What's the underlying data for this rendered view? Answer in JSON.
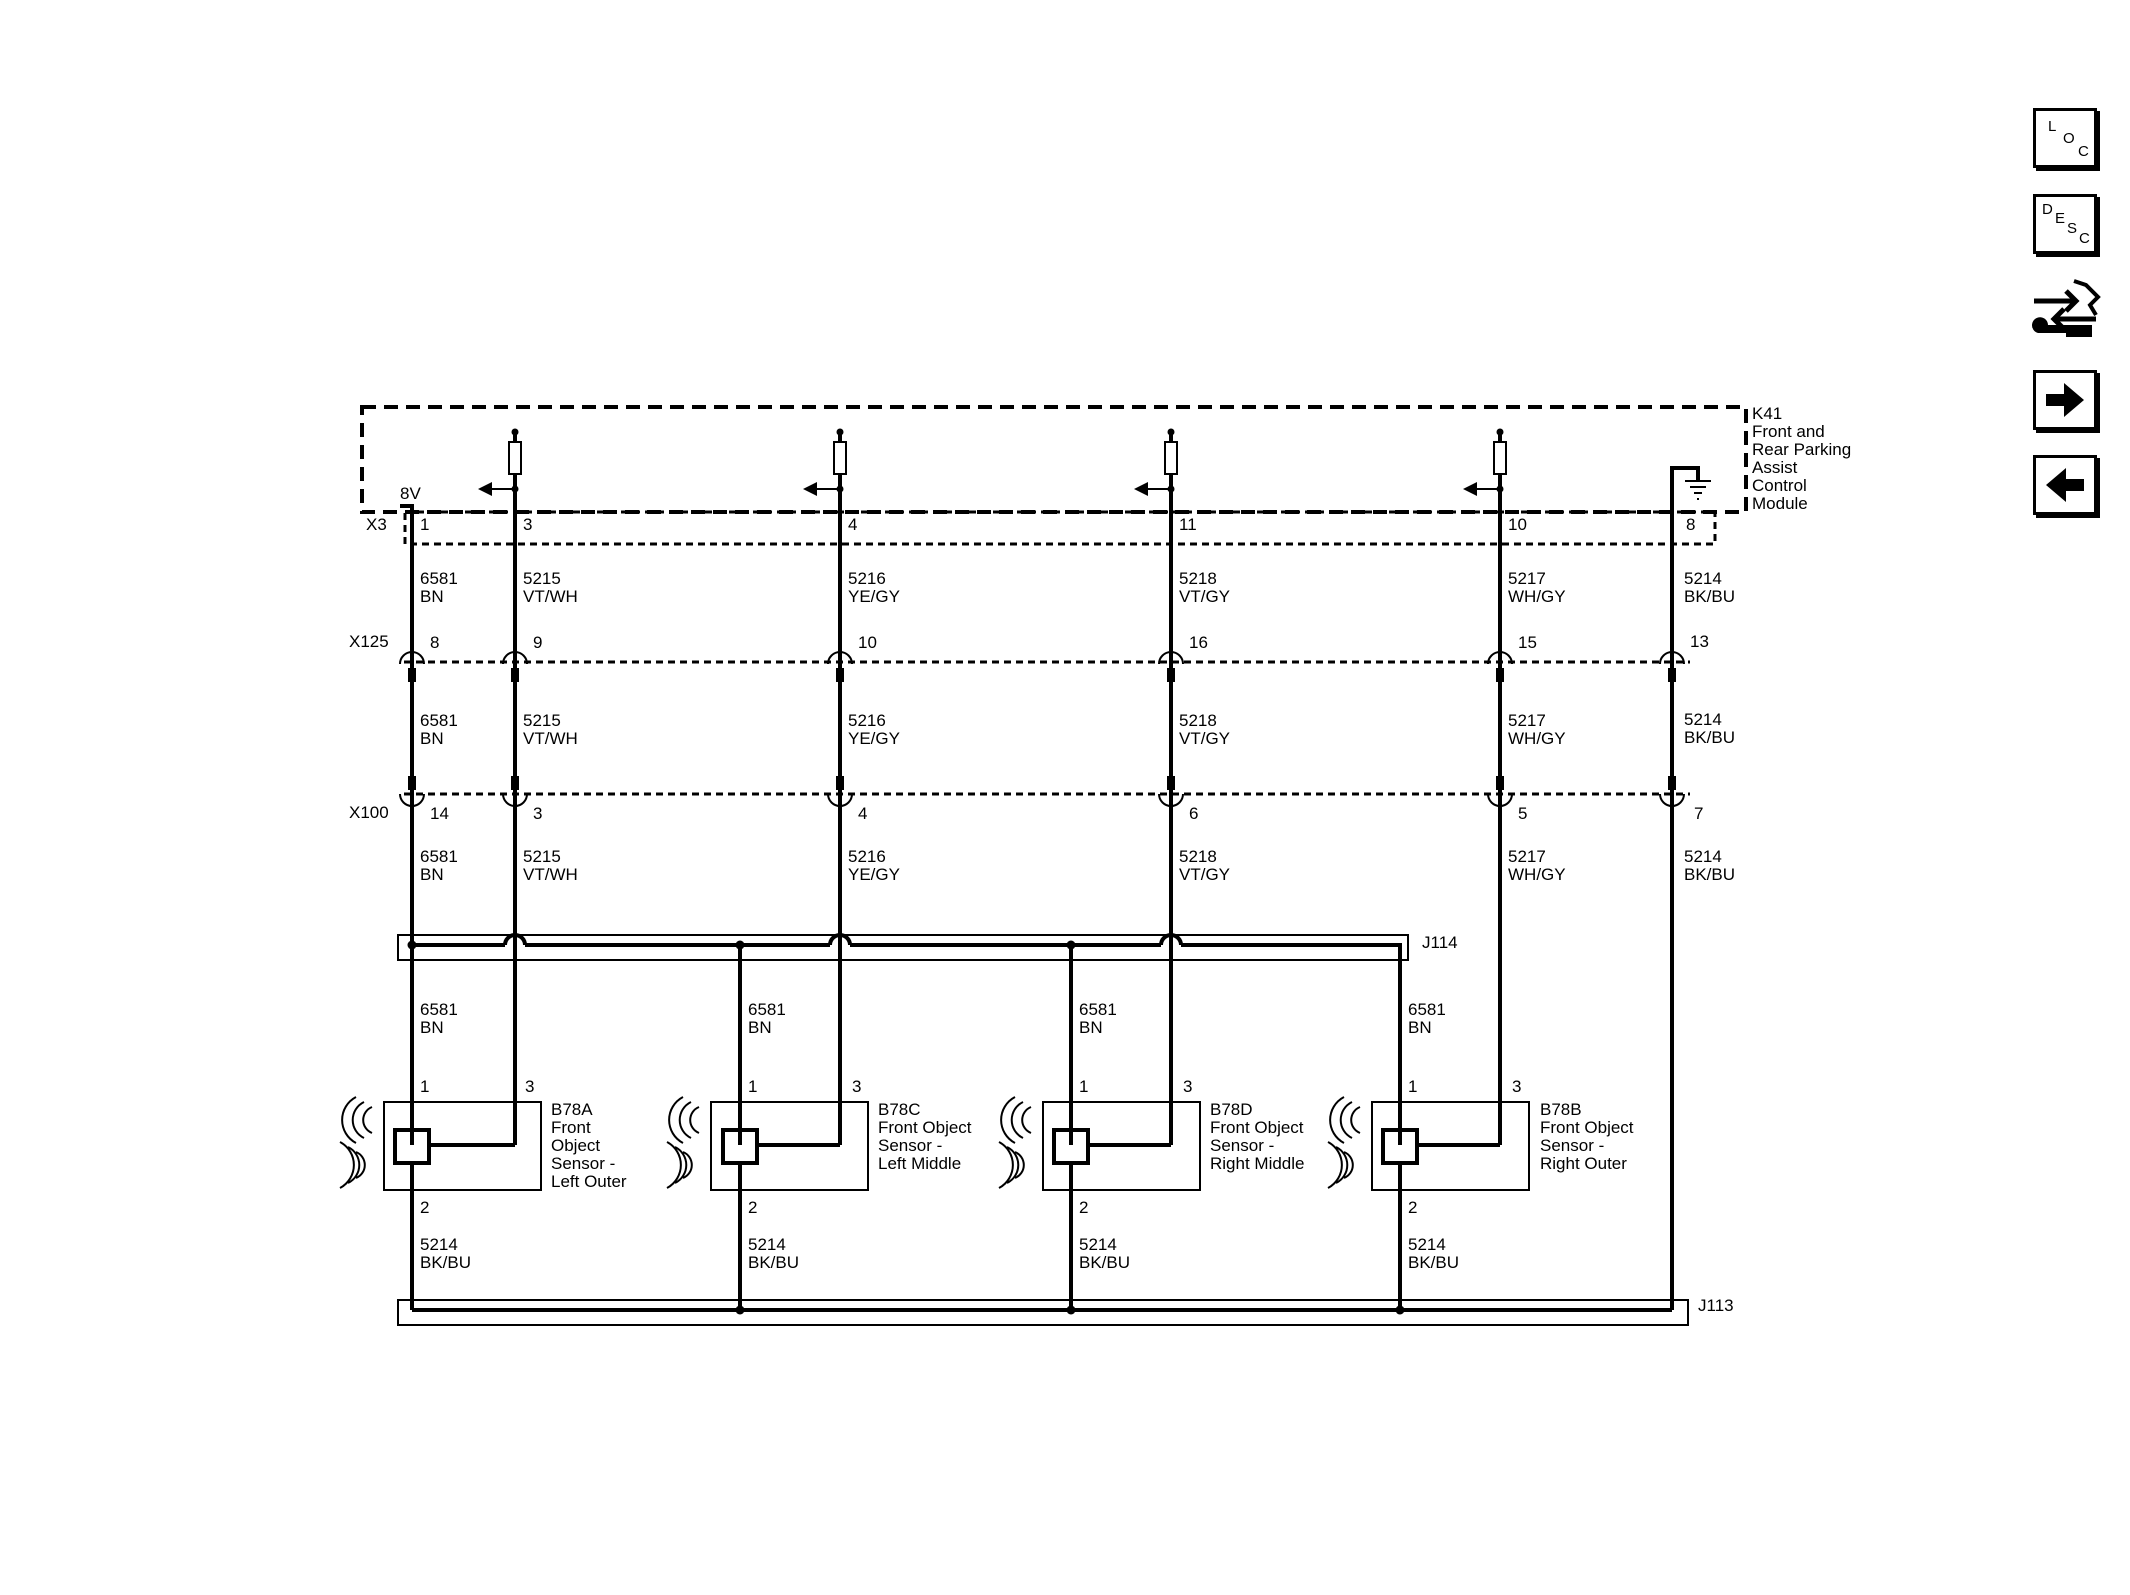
{
  "module": {
    "ref": "K41",
    "name_lines": [
      "Front and",
      "Rear Parking",
      "Assist",
      "Control",
      "Module"
    ],
    "voltage": "8V"
  },
  "connectors": {
    "x3": {
      "label": "X3",
      "pins": [
        "1",
        "3",
        "4",
        "11",
        "10",
        "8"
      ]
    },
    "x125": {
      "label": "X125",
      "pins": [
        "8",
        "9",
        "10",
        "16",
        "15",
        "13"
      ]
    },
    "x100": {
      "label": "X100",
      "pins": [
        "14",
        "3",
        "4",
        "6",
        "5",
        "7"
      ]
    }
  },
  "wires": [
    {
      "circuit": "6581",
      "color": "BN"
    },
    {
      "circuit": "5215",
      "color": "VT/WH"
    },
    {
      "circuit": "5216",
      "color": "YE/GY"
    },
    {
      "circuit": "5218",
      "color": "VT/GY"
    },
    {
      "circuit": "5217",
      "color": "WH/GY"
    },
    {
      "circuit": "5214",
      "color": "BK/BU"
    }
  ],
  "splices": {
    "top": "J114",
    "bottom": "J113"
  },
  "sensors": [
    {
      "ref": "B78A",
      "name_lines": [
        "Front",
        "Object",
        "Sensor -",
        "Left Outer"
      ],
      "pin_supply": "1",
      "pin_signal": "3",
      "pin_ground": "2"
    },
    {
      "ref": "B78C",
      "name_lines": [
        "Front Object",
        "Sensor -",
        "Left Middle"
      ],
      "pin_supply": "1",
      "pin_signal": "3",
      "pin_ground": "2"
    },
    {
      "ref": "B78D",
      "name_lines": [
        "Front Object",
        "Sensor -",
        "Right Middle"
      ],
      "pin_supply": "1",
      "pin_signal": "3",
      "pin_ground": "2"
    },
    {
      "ref": "B78B",
      "name_lines": [
        "Front Object",
        "Sensor -",
        "Right Outer"
      ],
      "pin_supply": "1",
      "pin_signal": "3",
      "pin_ground": "2"
    }
  ],
  "sensor_wires": {
    "supply": {
      "circuit": "6581",
      "color": "BN"
    },
    "ground": {
      "circuit": "5214",
      "color": "BK/BU"
    }
  },
  "toolbar": {
    "loc": [
      "L",
      "O",
      "C"
    ],
    "desc": [
      "D",
      "E",
      "S",
      "C"
    ]
  }
}
